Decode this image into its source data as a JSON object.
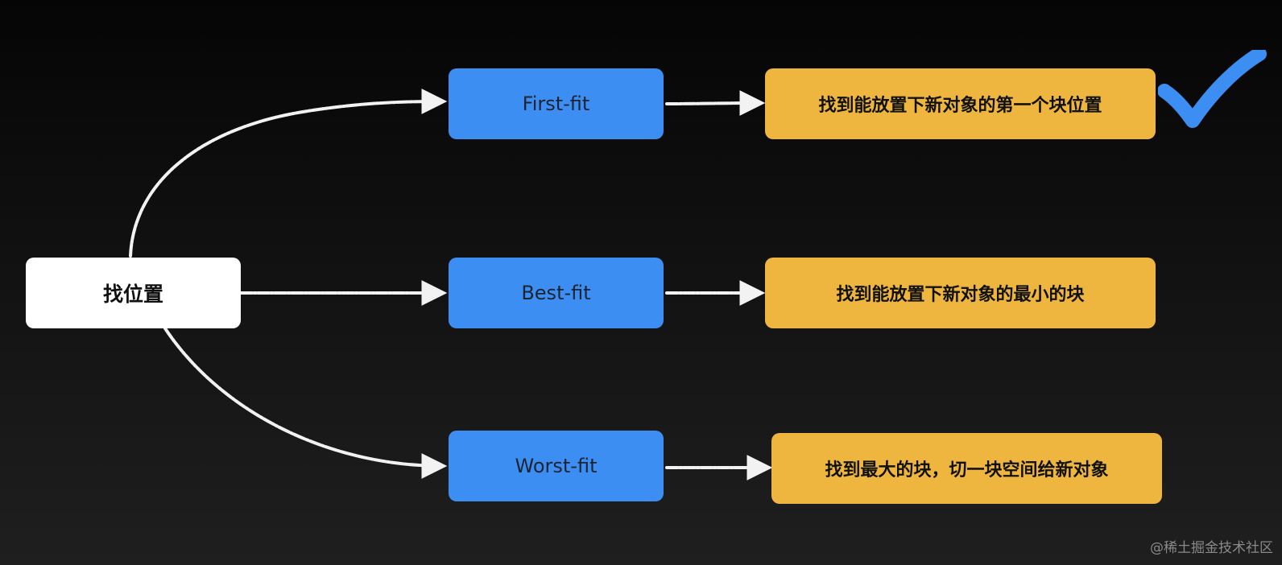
{
  "nodes": {
    "root": "找位置",
    "first_fit": "First-fit",
    "best_fit": "Best-fit",
    "worst_fit": "Worst-fit",
    "first_fit_desc": "找到能放置下新对象的第一个块位置",
    "best_fit_desc": "找到能放置下新对象的最小的块",
    "worst_fit_desc": "找到最大的块，切一块空间给新对象"
  },
  "watermark": "@稀土掘金技术社区",
  "colors": {
    "method_box": "#3d8ef2",
    "description_box": "#efb63f",
    "root_box": "#ffffff",
    "checkmark": "#3d8ef2",
    "connector": "#f2f2f2"
  },
  "icons": {
    "selected_marker": "check-icon"
  }
}
